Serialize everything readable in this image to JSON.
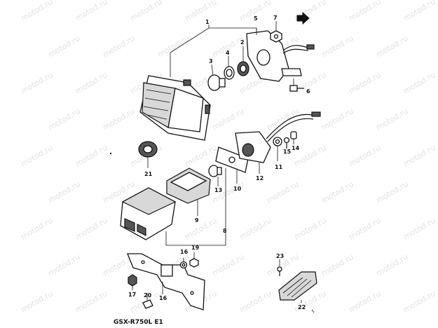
{
  "diagram": {
    "watermark": "motod.ru",
    "footer_label": "GSX-R750L  E1",
    "callouts": [
      "1",
      "2",
      "3",
      "4",
      "5",
      "6",
      "7",
      "8",
      "9",
      "10",
      "11",
      "12",
      "13",
      "14",
      "15",
      "16",
      "16",
      "17",
      "19",
      "20",
      "21",
      "22",
      "23"
    ],
    "icons": [
      "forward-arrow-icon"
    ]
  }
}
